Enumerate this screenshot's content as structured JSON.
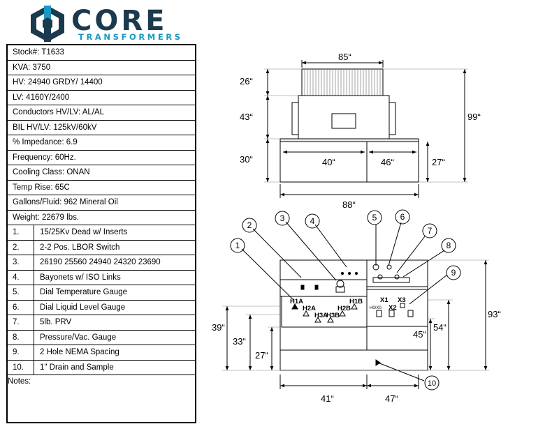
{
  "header": {
    "brand": "CORE",
    "tagline": "TRANSFORMERS",
    "colors": {
      "navy": "#1b3a4e",
      "blue": "#1a98c4"
    }
  },
  "specs": [
    "Stock#: T1633",
    "KVA: 3750",
    "HV: 24940 GRDY/ 14400",
    "LV: 4160Y/2400",
    "Conductors HV/LV: AL/AL",
    "BIL HV/LV: 125kV/60kV",
    "% Impedance: 6.9",
    "Frequency: 60Hz.",
    "Cooling Class: ONAN",
    "Temp Rise: 65C",
    "Gallons/Fluid: 962 Mineral Oil",
    "Weight: 22679 lbs."
  ],
  "features": [
    {
      "num": "1.",
      "desc": "15/25Kv Dead w/ Inserts"
    },
    {
      "num": "2.",
      "desc": "2-2 Pos. LBOR Switch"
    },
    {
      "num": "3.",
      "desc": "26190 25560 24940 24320 23690"
    },
    {
      "num": "4.",
      "desc": "Bayonets w/ ISO Links"
    },
    {
      "num": "5.",
      "desc": "Dial Temperature Gauge"
    },
    {
      "num": "6.",
      "desc": "Dial Liquid Level Gauge"
    },
    {
      "num": "7.",
      "desc": "5lb. PRV"
    },
    {
      "num": "8.",
      "desc": "Pressure/Vac. Gauge"
    },
    {
      "num": "9.",
      "desc": "2 Hole NEMA Spacing"
    },
    {
      "num": "10.",
      "desc": "1\" Drain and Sample"
    }
  ],
  "notes_label": "Notes:",
  "top_view": {
    "dims": {
      "width": "85“",
      "fins": "26“",
      "tank": "43“",
      "base": "30“",
      "total": "99“",
      "hv_comp": "40“",
      "lv_comp": "46“",
      "comp_depth": "27“",
      "overall": "88“"
    }
  },
  "front_view": {
    "callouts": [
      "1",
      "2",
      "3",
      "4",
      "5",
      "6",
      "7",
      "8",
      "9",
      "10"
    ],
    "hv_bushings": [
      "H1A",
      "H2A",
      "H3A",
      "H1B",
      "H2B",
      "H3B"
    ],
    "lv_bushings": [
      "X1",
      "X2",
      "X3"
    ],
    "lv_neutral": "H0/X0",
    "dims": {
      "hv_height": "39“",
      "hv_mid": "33“",
      "hv_low": "27“",
      "lv_mid": "45“",
      "lv_high": "54“",
      "total": "93“",
      "hv_width": "41“",
      "lv_width": "47“"
    }
  }
}
